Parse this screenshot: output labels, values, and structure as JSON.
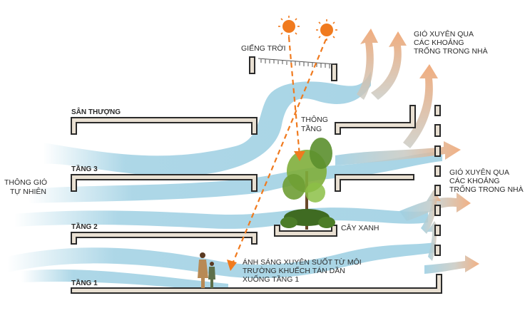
{
  "labels": {
    "skylight": "GIẾNG TRỜI",
    "roof_terrace": "SÂN THƯỢNG",
    "floor3": "TẦNG 3",
    "floor2": "TẦNG 2",
    "floor1": "TẦNG 1",
    "natural_ventilation": [
      "THÔNG GIÓ",
      "TỰ NHIÊN"
    ],
    "void": [
      "THÔNG",
      "TẦNG"
    ],
    "tree": "CÂY XANH",
    "wind_top": [
      "GIÓ XUYÊN QUA",
      "CÁC KHOẢNG",
      "TRỐNG TRONG NHÀ"
    ],
    "wind_right": [
      "GIÓ XUYÊN QUA",
      "CÁC KHOẢNG",
      "TRỐNG TRONG NHÀ"
    ],
    "light": [
      "ÁNH SÁNG XUYÊN SUỐT TỪ MÔI",
      "TRƯỜNG KHUẾCH TÁN DẦN",
      "XUỐNG TẦNG 1"
    ]
  },
  "colors": {
    "wind_blue": "#9fd0e3",
    "wind_orange": "#f0a877",
    "sun": "#f07a1e",
    "slab_fill": "#e9e0d2",
    "slab_stroke": "#2b2b2b",
    "tree_green": "#5b8f2e"
  },
  "icons": [
    "sun-icon",
    "tree-icon",
    "people-icon",
    "arrow-icon"
  ]
}
